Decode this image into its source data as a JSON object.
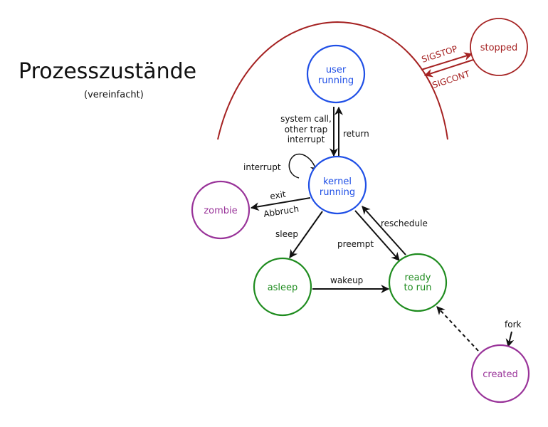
{
  "title": "Prozesszustände",
  "subtitle": "(vereinfacht)",
  "colors": {
    "kernel_user": "#1f4fe6",
    "sleep_ready": "#1f8c1f",
    "lifecycle": "#993399",
    "stop": "#a52222",
    "edge": "#111111"
  },
  "states": {
    "user_running": [
      "user",
      "running"
    ],
    "kernel_running": [
      "kernel",
      "running"
    ],
    "zombie": "zombie",
    "asleep": "asleep",
    "ready": [
      "ready",
      "to run"
    ],
    "created": "created",
    "stopped": "stopped"
  },
  "transitions": {
    "syscall": [
      "system call,",
      "other trap",
      "interrupt"
    ],
    "return": "return",
    "interrupt_loop": "interrupt",
    "exit": "exit",
    "abort": "Abbruch",
    "sleep": "sleep",
    "preempt": "preempt",
    "reschedule": "reschedule",
    "wakeup": "wakeup",
    "fork": "fork",
    "sigstop": "SIGSTOP",
    "sigcont": "SIGCONT"
  }
}
